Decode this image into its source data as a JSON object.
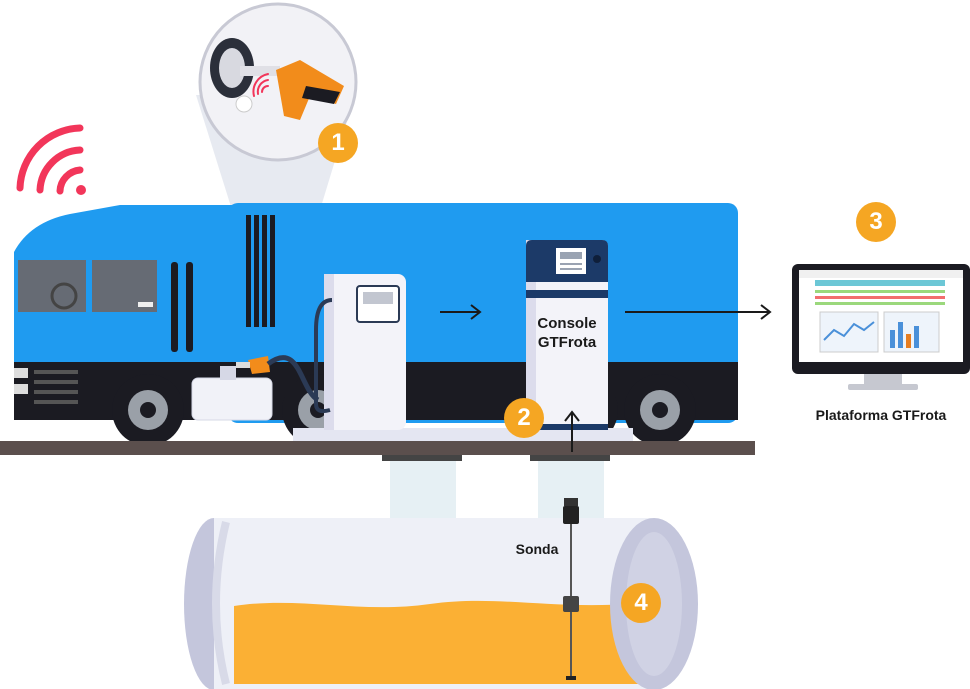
{
  "labels": {
    "console_line1": "Console",
    "console_line2": "GTFrota",
    "platform": "Plataforma GTFrota",
    "probe": "Sonda"
  },
  "steps": [
    "1",
    "2",
    "3",
    "4"
  ],
  "icons": {
    "wifi": "wifi-signal-icon",
    "nozzle": "fuel-nozzle-icon",
    "rfid": "rfid-signal-icon"
  },
  "colors": {
    "truck_blue": "#1f9bf0",
    "badge_orange": "#f5a623",
    "fuel_orange": "#fbb034",
    "wifi_red": "#f2365a",
    "console_navy": "#1c3a68"
  }
}
